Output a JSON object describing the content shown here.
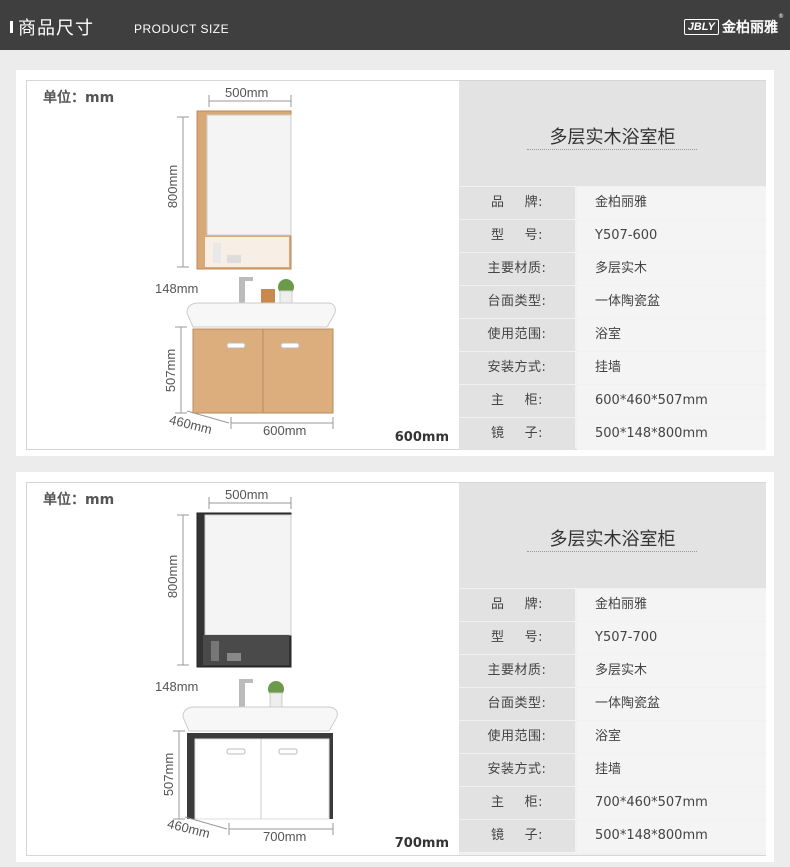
{
  "header": {
    "title_cn": "商品尺寸",
    "title_en": "PRODUCT SIZE",
    "logo_mark": "JBLY",
    "logo_name": "金柏丽雅",
    "logo_reg": "®"
  },
  "cards": [
    {
      "unit": "单位：mm",
      "size_label": "600mm",
      "dims": {
        "mirror_width": "500mm",
        "mirror_height": "800mm",
        "mirror_depth": "148mm",
        "cabinet_height": "507mm",
        "cabinet_depth": "460mm",
        "cabinet_width": "600mm"
      },
      "product_title": "多层实木浴室柜",
      "specs": [
        {
          "key_a": "品",
          "key_b": "牌:",
          "value": "金柏丽雅"
        },
        {
          "key_a": "型",
          "key_b": "号:",
          "value": "Y507-600"
        },
        {
          "key": "主要材质:",
          "value": "多层实木"
        },
        {
          "key": "台面类型:",
          "value": "一体陶瓷盆"
        },
        {
          "key": "使用范围:",
          "value": "浴室"
        },
        {
          "key": "安装方式:",
          "value": "挂墙"
        },
        {
          "key_a": "主",
          "key_b": "柜:",
          "value": "600*460*507mm"
        },
        {
          "key_a": "镜",
          "key_b": "子:",
          "value": "500*148*800mm"
        }
      ],
      "colors": {
        "body": "#d9a877",
        "door": "#dcae7e",
        "frame": "#c89d70"
      }
    },
    {
      "unit": "单位：mm",
      "size_label": "700mm",
      "dims": {
        "mirror_width": "500mm",
        "mirror_height": "800mm",
        "mirror_depth": "148mm",
        "cabinet_height": "507mm",
        "cabinet_depth": "460mm",
        "cabinet_width": "700mm"
      },
      "product_title": "多层实木浴室柜",
      "specs": [
        {
          "key_a": "品",
          "key_b": "牌:",
          "value": "金柏丽雅"
        },
        {
          "key_a": "型",
          "key_b": "号:",
          "value": "Y507-700"
        },
        {
          "key": "主要材质:",
          "value": "多层实木"
        },
        {
          "key": "台面类型:",
          "value": "一体陶瓷盆"
        },
        {
          "key": "使用范围:",
          "value": "浴室"
        },
        {
          "key": "安装方式:",
          "value": "挂墙"
        },
        {
          "key_a": "主",
          "key_b": "柜:",
          "value": "700*460*507mm"
        },
        {
          "key_a": "镜",
          "key_b": "子:",
          "value": "500*148*800mm"
        }
      ],
      "colors": {
        "body": "#3a3a3a",
        "door": "#ffffff",
        "frame": "#333333"
      }
    }
  ]
}
